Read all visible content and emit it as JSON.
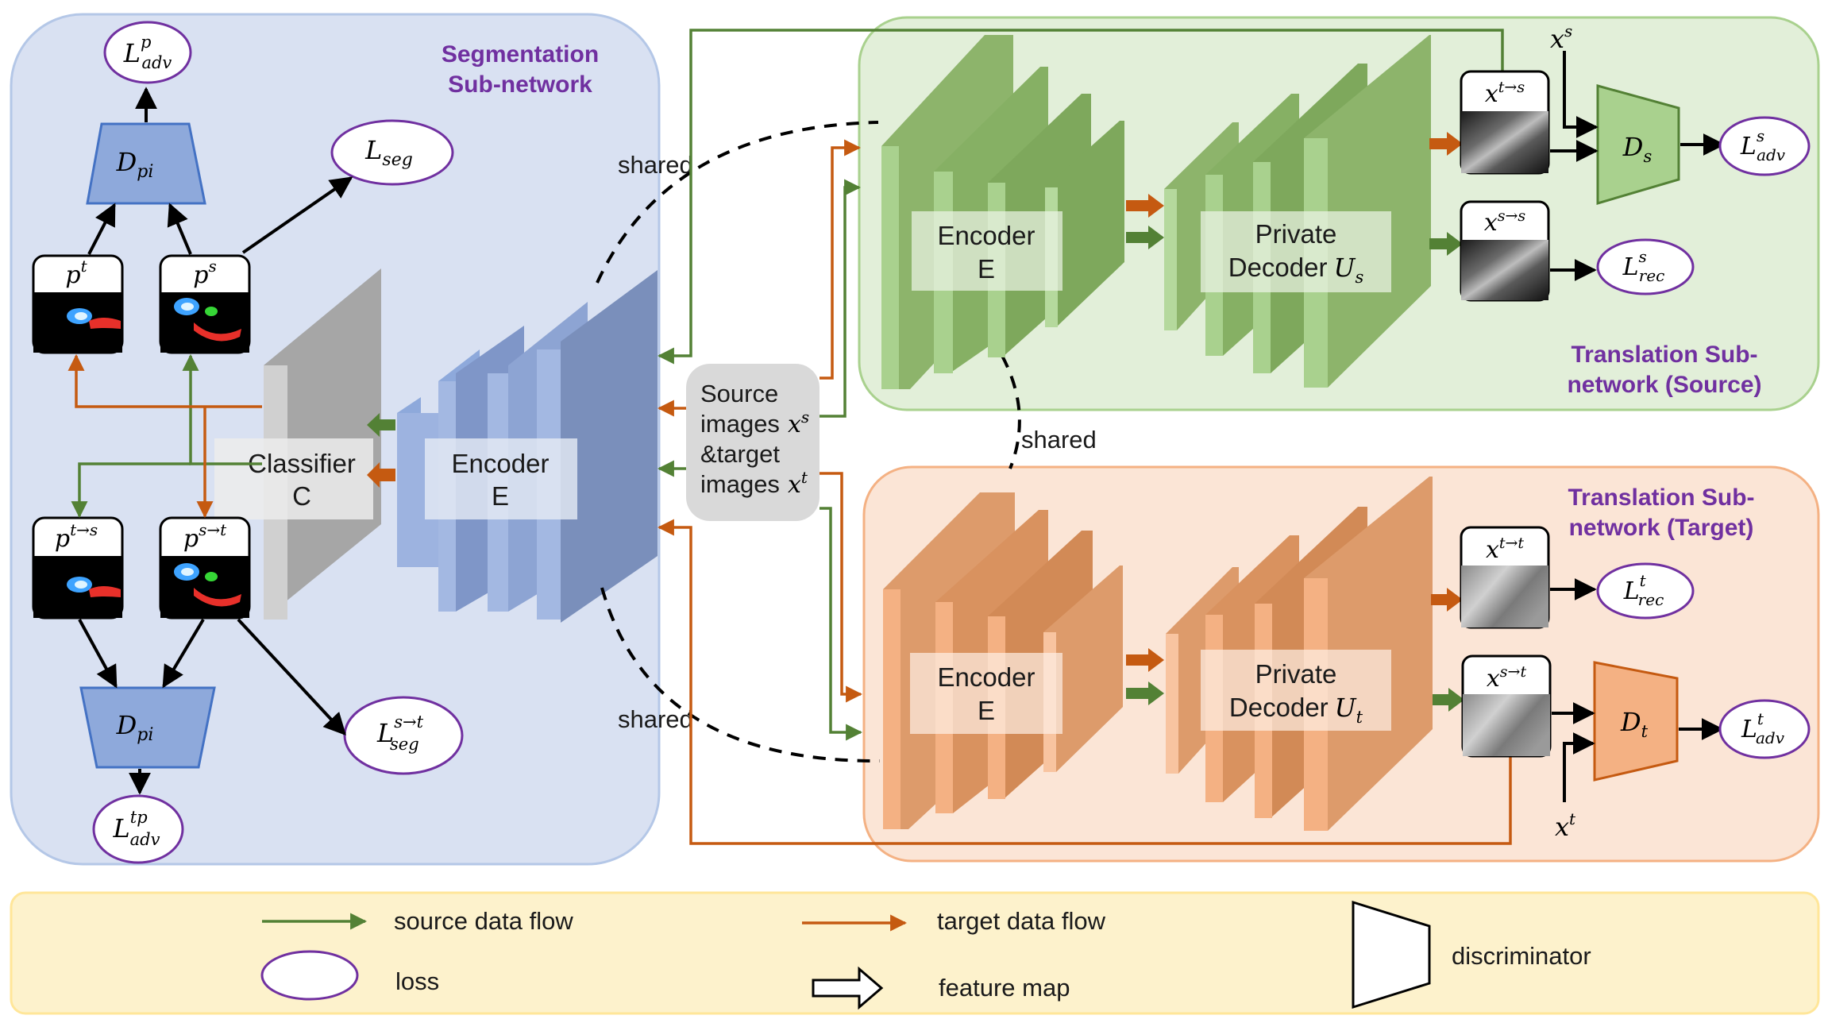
{
  "colors": {
    "seg_panel": "#d9e1f2",
    "src_panel": "#e2efd9",
    "tgt_panel": "#fbe5d6",
    "legend_panel": "#fdf2cc",
    "source_flow": "#538135",
    "target_flow": "#c55a11",
    "loss_border": "#7030a0",
    "title": "#7030a0"
  },
  "seg": {
    "title1": "Segmentation",
    "title2": "Sub-network",
    "dpi_top": "D",
    "dpi_top_sub": "pi",
    "dpi_bot": "D",
    "dpi_bot_sub": "pi",
    "classifier1": "Classifier",
    "classifier2": "C",
    "encoder1": "Encoder",
    "encoder2": "E",
    "pt": "p",
    "pt_sup": "t",
    "ps": "p",
    "ps_sup": "s",
    "pts": "p",
    "pts_sup": "t→s",
    "pst": "p",
    "pst_sup": "s→t"
  },
  "losses": {
    "adv_p": {
      "base": "L",
      "sub": "adv",
      "sup": "p"
    },
    "seg": {
      "base": "L",
      "sub": "seg",
      "sup": ""
    },
    "seg_st": {
      "base": "L",
      "sub": "seg",
      "sup": "s→t"
    },
    "adv_tp": {
      "base": "L",
      "sub": "adv",
      "sup": "tp"
    },
    "adv_s": {
      "base": "L",
      "sub": "adv",
      "sup": "s"
    },
    "rec_s": {
      "base": "L",
      "sub": "rec",
      "sup": "s"
    },
    "rec_t": {
      "base": "L",
      "sub": "rec",
      "sup": "t"
    },
    "adv_t": {
      "base": "L",
      "sub": "adv",
      "sup": "t"
    }
  },
  "center": {
    "line1": "Source",
    "line2": "images",
    "line3": "&target",
    "line4": "images",
    "xs": "x",
    "xs_sup": "s",
    "xt": "x",
    "xt_sup": "t",
    "shared_top": "shared",
    "shared_mid": "shared",
    "shared_bottom": "shared"
  },
  "source": {
    "encoder1": "Encoder",
    "encoder2": "E",
    "decoder1": "Private",
    "decoder2": "Decoder",
    "decoder_sym": "U",
    "decoder_sub": "s",
    "title1": "Translation Sub-",
    "title2": "network (Source)",
    "img_ts": "x",
    "img_ts_sup": "t→s",
    "img_ss": "x",
    "img_ss_sup": "s→s",
    "disc": "D",
    "disc_sub": "s",
    "input": "x",
    "input_sup": "s"
  },
  "target": {
    "encoder1": "Encoder",
    "encoder2": "E",
    "decoder1": "Private",
    "decoder2": "Decoder",
    "decoder_sym": "U",
    "decoder_sub": "t",
    "title1": "Translation Sub-",
    "title2": "network (Target)",
    "img_tt": "x",
    "img_tt_sup": "t→t",
    "img_st": "x",
    "img_st_sup": "s→t",
    "disc": "D",
    "disc_sub": "t",
    "input": "x",
    "input_sup": "t"
  },
  "legend": {
    "source_flow": "source data flow",
    "target_flow": "target data flow",
    "discriminator": "discriminator",
    "loss": "loss",
    "feature_map": "feature map"
  }
}
